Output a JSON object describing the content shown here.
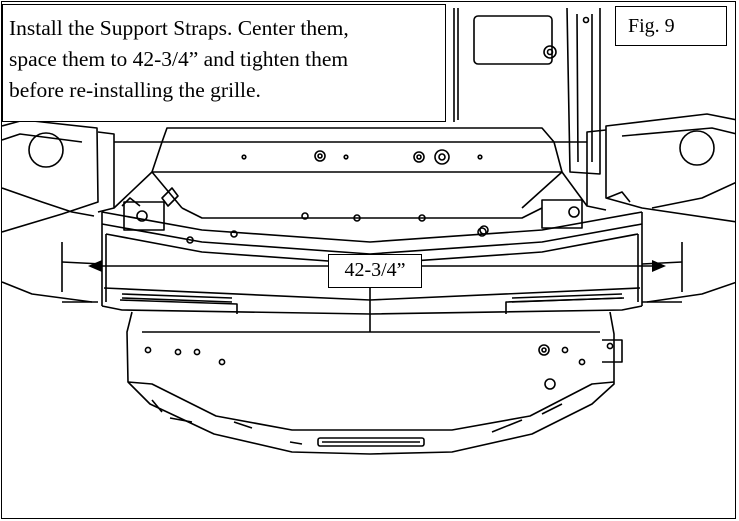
{
  "instruction": {
    "lines": [
      "Install the Support Straps.  Center them,",
      "space them to 42-3/4” and tighten them",
      "before re-installing the grille."
    ]
  },
  "figure_label": "Fig. 9",
  "dimension_label": "42-3/4”"
}
